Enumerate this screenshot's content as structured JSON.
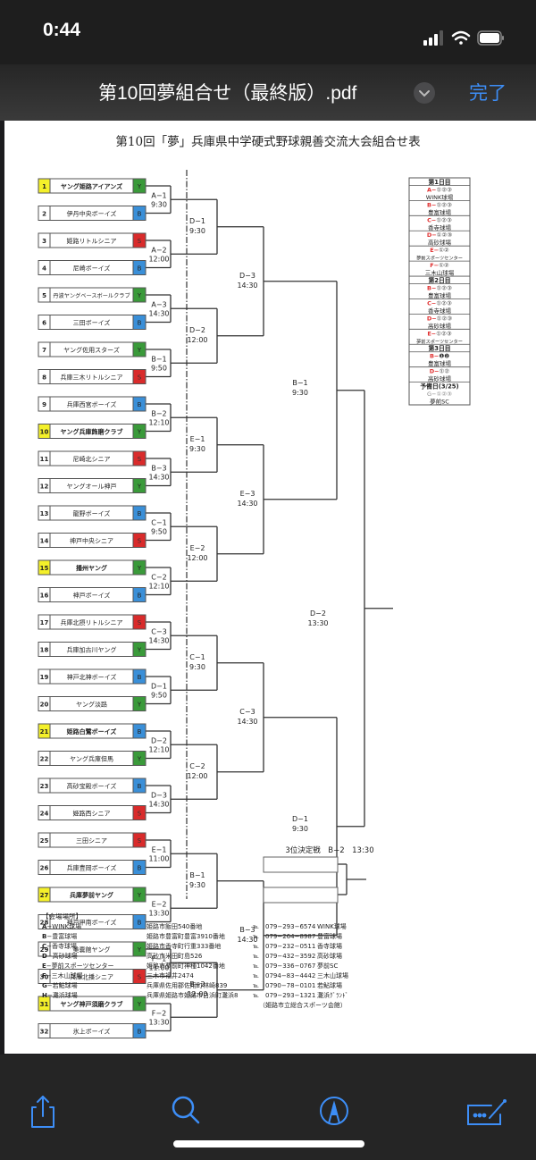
{
  "status_bar": {
    "time": "0:44"
  },
  "nav": {
    "title": "第10回夢組合せ（最終版）.pdf",
    "done_label": "完了"
  },
  "doc": {
    "title": "第10回「夢」兵庫県中学硬式野球親善交流大会組合せ表",
    "league_colors": {
      "Y": "#3a9a3a",
      "B": "#3a8fd8",
      "S": "#d92b2b",
      "seed": "#f4f02a"
    },
    "teams": [
      {
        "no": "1",
        "name": "ヤング姫路アイアンズ",
        "league": "Y",
        "seed": true
      },
      {
        "no": "2",
        "name": "伊丹中央ボーイズ",
        "league": "B",
        "seed": false
      },
      {
        "no": "3",
        "name": "姫路リトルシニア",
        "league": "S",
        "seed": false
      },
      {
        "no": "4",
        "name": "尼崎ボーイズ",
        "league": "B",
        "seed": false
      },
      {
        "no": "5",
        "name": "丹波ヤングベースボールクラブ",
        "league": "Y",
        "seed": false
      },
      {
        "no": "6",
        "name": "三田ボーイズ",
        "league": "B",
        "seed": false
      },
      {
        "no": "7",
        "name": "ヤング佐用スターズ",
        "league": "Y",
        "seed": false
      },
      {
        "no": "8",
        "name": "兵庫三木リトルシニア",
        "league": "S",
        "seed": false
      },
      {
        "no": "9",
        "name": "兵庫西宮ボーイズ",
        "league": "B",
        "seed": false
      },
      {
        "no": "10",
        "name": "ヤング兵庫飾磨クラブ",
        "league": "Y",
        "seed": true
      },
      {
        "no": "11",
        "name": "尼崎北シニア",
        "league": "S",
        "seed": false
      },
      {
        "no": "12",
        "name": "ヤングオール神戸",
        "league": "Y",
        "seed": false
      },
      {
        "no": "13",
        "name": "龍野ボーイズ",
        "league": "B",
        "seed": false
      },
      {
        "no": "14",
        "name": "神戸中央シニア",
        "league": "S",
        "seed": false
      },
      {
        "no": "15",
        "name": "播州ヤング",
        "league": "Y",
        "seed": true
      },
      {
        "no": "16",
        "name": "神戸ボーイズ",
        "league": "B",
        "seed": false
      },
      {
        "no": "17",
        "name": "兵庫北摂リトルシニア",
        "league": "S",
        "seed": false
      },
      {
        "no": "18",
        "name": "兵庫加古川ヤング",
        "league": "Y",
        "seed": false
      },
      {
        "no": "19",
        "name": "神戸北神ボーイズ",
        "league": "B",
        "seed": false
      },
      {
        "no": "20",
        "name": "ヤング淡路",
        "league": "Y",
        "seed": false
      },
      {
        "no": "21",
        "name": "姫路白鷺ボーイズ",
        "league": "B",
        "seed": true
      },
      {
        "no": "22",
        "name": "ヤング兵庫但馬",
        "league": "Y",
        "seed": false
      },
      {
        "no": "23",
        "name": "高砂宝殿ボーイズ",
        "league": "B",
        "seed": false
      },
      {
        "no": "24",
        "name": "姫路西シニア",
        "league": "S",
        "seed": false
      },
      {
        "no": "25",
        "name": "三田シニア",
        "league": "S",
        "seed": false
      },
      {
        "no": "26",
        "name": "兵庫豊岡ボーイズ",
        "league": "B",
        "seed": false
      },
      {
        "no": "27",
        "name": "兵庫夢前ヤング",
        "league": "Y",
        "seed": true
      },
      {
        "no": "28",
        "name": "神戸甲南ボーイズ",
        "league": "B",
        "seed": false
      },
      {
        "no": "29",
        "name": "美嚢館ヤング",
        "league": "Y",
        "seed": false
      },
      {
        "no": "30",
        "name": "兵庫北播シニア",
        "league": "S",
        "seed": false
      },
      {
        "no": "31",
        "name": "ヤング神戸須磨クラブ",
        "league": "Y",
        "seed": true
      },
      {
        "no": "32",
        "name": "氷上ボーイズ",
        "league": "B",
        "seed": false
      }
    ],
    "round1": [
      {
        "code": "A−1",
        "time": "9:30"
      },
      {
        "code": "A−2",
        "time": "12:00"
      },
      {
        "code": "A−3",
        "time": "14:30"
      },
      {
        "code": "B−1",
        "time": "9:50"
      },
      {
        "code": "B−2",
        "time": "12:10"
      },
      {
        "code": "B−3",
        "time": "14:30"
      },
      {
        "code": "C−1",
        "time": "9:50"
      },
      {
        "code": "C−2",
        "time": "12:10"
      },
      {
        "code": "C−3",
        "time": "14:30"
      },
      {
        "code": "D−1",
        "time": "9:50"
      },
      {
        "code": "D−2",
        "time": "12:10"
      },
      {
        "code": "D−3",
        "time": "14:30"
      },
      {
        "code": "E−1",
        "time": "11:00"
      },
      {
        "code": "E−2",
        "time": "13:30"
      },
      {
        "code": "F−1",
        "time": "11:00"
      },
      {
        "code": "F−2",
        "time": "13:30"
      }
    ],
    "round2": [
      {
        "code": "D−1",
        "time": "9:30"
      },
      {
        "code": "D−2",
        "time": "12:00"
      },
      {
        "code": "E−1",
        "time": "9:30"
      },
      {
        "code": "E−2",
        "time": "12:00"
      },
      {
        "code": "C−1",
        "time": "9:30"
      },
      {
        "code": "C−2",
        "time": "12:00"
      },
      {
        "code": "B−1",
        "time": "9:30"
      },
      {
        "code": "B−2",
        "time": "12:00"
      }
    ],
    "round3": [
      {
        "code": "D−3",
        "time": "14:30"
      },
      {
        "code": "E−3",
        "time": "14:30"
      },
      {
        "code": "C−3",
        "time": "14:30"
      },
      {
        "code": "B−3",
        "time": "14:30"
      }
    ],
    "round4": [
      {
        "code": "B−1",
        "time": "9:30"
      },
      {
        "code": "D−1",
        "time": "9:30"
      }
    ],
    "final": {
      "code": "D−2",
      "time": "13:30"
    },
    "third_place": {
      "label": "3位決定戦　B−2　13:30"
    },
    "schedule": [
      {
        "text": "第1日目",
        "type": "header"
      },
      {
        "prefix": "A−",
        "rest": "①②③",
        "type": "code"
      },
      {
        "text": "WINK球場",
        "type": "venue"
      },
      {
        "prefix": "B−",
        "rest": "①②③",
        "type": "code"
      },
      {
        "text": "豊富球場",
        "type": "venue"
      },
      {
        "prefix": "C−",
        "rest": "①②③",
        "type": "code"
      },
      {
        "text": "香寺球場",
        "type": "venue"
      },
      {
        "prefix": "D−",
        "rest": "①②③",
        "type": "code"
      },
      {
        "text": "高砂球場",
        "type": "venue"
      },
      {
        "prefix": "E−",
        "rest": "①②",
        "type": "code"
      },
      {
        "text": "夢前スポーツセンター",
        "type": "venue"
      },
      {
        "prefix": "F−",
        "rest": "①②",
        "type": "code"
      },
      {
        "text": "三木山球場",
        "type": "venue"
      },
      {
        "text": "第2日目",
        "type": "header"
      },
      {
        "prefix": "B−",
        "rest": "①②③",
        "type": "code"
      },
      {
        "text": "豊富球場",
        "type": "venue"
      },
      {
        "prefix": "C−",
        "rest": "①②③",
        "type": "code"
      },
      {
        "text": "香寺球場",
        "type": "venue"
      },
      {
        "prefix": "D−",
        "rest": "①②③",
        "type": "code"
      },
      {
        "text": "高砂球場",
        "type": "venue"
      },
      {
        "prefix": "E−",
        "rest": "①②③",
        "type": "code"
      },
      {
        "text": "夢前スポーツセンター",
        "type": "venue"
      },
      {
        "text": "第3日目",
        "type": "header"
      },
      {
        "prefix": "B−",
        "rest": "❶❷",
        "type": "code"
      },
      {
        "text": "豊富球場",
        "type": "venue"
      },
      {
        "prefix": "D−",
        "rest": "①②",
        "type": "code"
      },
      {
        "text": "高砂球場",
        "type": "venue"
      },
      {
        "text": "予備日(3/25)",
        "type": "header"
      },
      {
        "text": "G−①②③",
        "type": "grey"
      },
      {
        "text": "夢前SC",
        "type": "venue"
      }
    ],
    "venues_heading": "【会場場所】",
    "venues": [
      {
        "key": "A",
        "name": "−WINK球場",
        "address": "姫路市飯田540番地",
        "tel_label": "℡",
        "tel": "079−293−6574",
        "short": "WINK球場"
      },
      {
        "key": "B",
        "name": "−豊富球場",
        "address": "姫路市豊富町豊富3910番地",
        "tel_label": "℡",
        "tel": "079−264−8987",
        "short": "豊富球場"
      },
      {
        "key": "C",
        "name": "−香寺球場",
        "address": "姫路市香寺町行重333番地",
        "tel_label": "℡",
        "tel": "079−232−0511",
        "short": "香寺球場"
      },
      {
        "key": "D",
        "name": "−高砂球場",
        "address": "高砂市米田町島526",
        "tel_label": "℡",
        "tel": "079−432−3592",
        "short": "高砂球場"
      },
      {
        "key": "E",
        "name": "−夢前スポーツセンター",
        "address": "姫路市夢前町神種1042番地",
        "tel_label": "℡",
        "tel": "079−336−0767",
        "short": "夢前SC"
      },
      {
        "key": "F",
        "name": "−三木山球場",
        "address": "三木市福井2474",
        "tel_label": "℡",
        "tel": "0794−83−4442",
        "short": "三木山球場"
      },
      {
        "key": "G",
        "name": "−若鮎球場",
        "address": "兵庫県佐用郡佐用町林崎839",
        "tel_label": "℡",
        "tel": "0790−78−0101",
        "short": "若鮎球場"
      },
      {
        "key": "H",
        "name": "−灘浜球場",
        "address": "兵庫県姫路市姫路市白浜町灘浜8",
        "tel_label": "℡",
        "tel": "079−293−1321",
        "short": "灘浜ｸﾞﾗﾝﾄﾞ"
      }
    ],
    "venues_note": "（姫路市立総合スポーツ会館）"
  },
  "toolbar": {
    "icons": [
      "share-icon",
      "search-icon",
      "markup-icon",
      "signature-icon"
    ],
    "accent": "#3d8ef7"
  }
}
